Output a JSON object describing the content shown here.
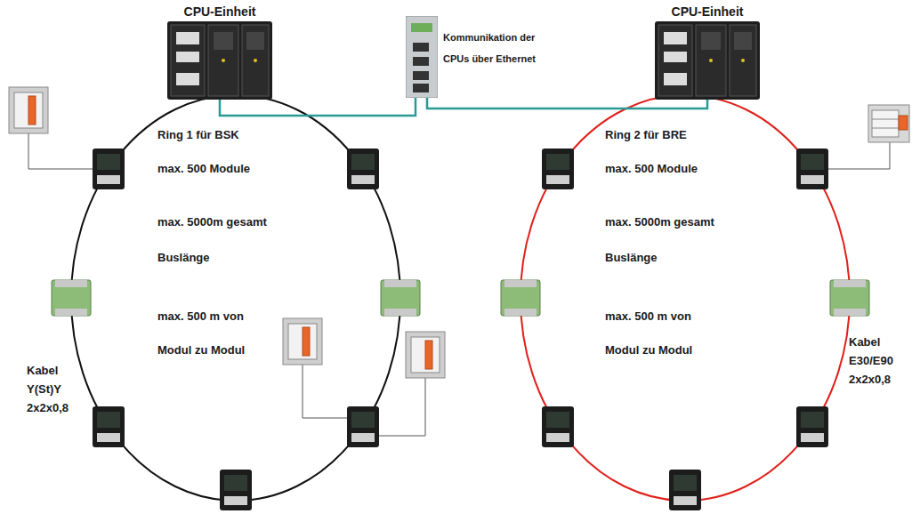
{
  "diagram": {
    "nodes": [
      {
        "text": [
          "CPU-Einheit"
        ]
      },
      {
        "text": [
          "Kommunikation der CPUs über Ethernet"
        ]
      },
      {
        "text": [
          "CPU-Einheit"
        ]
      }
    ],
    "edges": [
      {
        "from": 0,
        "to": 1,
        "arrow": "none"
      },
      {
        "from": 2,
        "to": 1,
        "arrow": "none"
      }
    ],
    "labels": [
      "Ring 1 für BSK",
      "max. 500 Module",
      "max. 5000m gesamt",
      "Buslänge",
      "max. 500 m von",
      "Modul zu Modul",
      "Kabel Y(St)Y 2x2x0,8",
      "Ring 2 für BRE",
      "max. 500 Module",
      "max. 5000m gesamt",
      "Buslänge",
      "Kabel E30/E90 2x2x0,8",
      "max. 500 m von",
      "Modul zu Modul"
    ]
  }
}
